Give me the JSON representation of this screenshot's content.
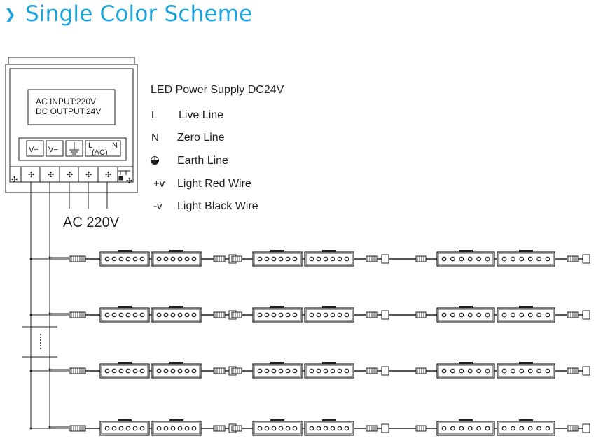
{
  "title": "Single Color Scheme",
  "power_supply": {
    "label_line1": "AC INPUT:220V",
    "label_line2": "DC OUTPUT:24V",
    "terminals": [
      "V+",
      "V−",
      "L",
      "(AC)",
      "N"
    ]
  },
  "legend": {
    "title": "LED Power Supply DC24V",
    "items": [
      {
        "symbol": "L",
        "text": "Live Line"
      },
      {
        "symbol": "N",
        "text": "Zero Line"
      },
      {
        "symbol": "",
        "text": "Earth Line"
      },
      {
        "symbol": "+v",
        "text": "Light Red Wire"
      },
      {
        "symbol": "-v",
        "text": "Light Black Wire"
      }
    ]
  },
  "ac_label": "AC 220V",
  "colors": {
    "title": "#1aa3dc",
    "line": "#231f20"
  }
}
